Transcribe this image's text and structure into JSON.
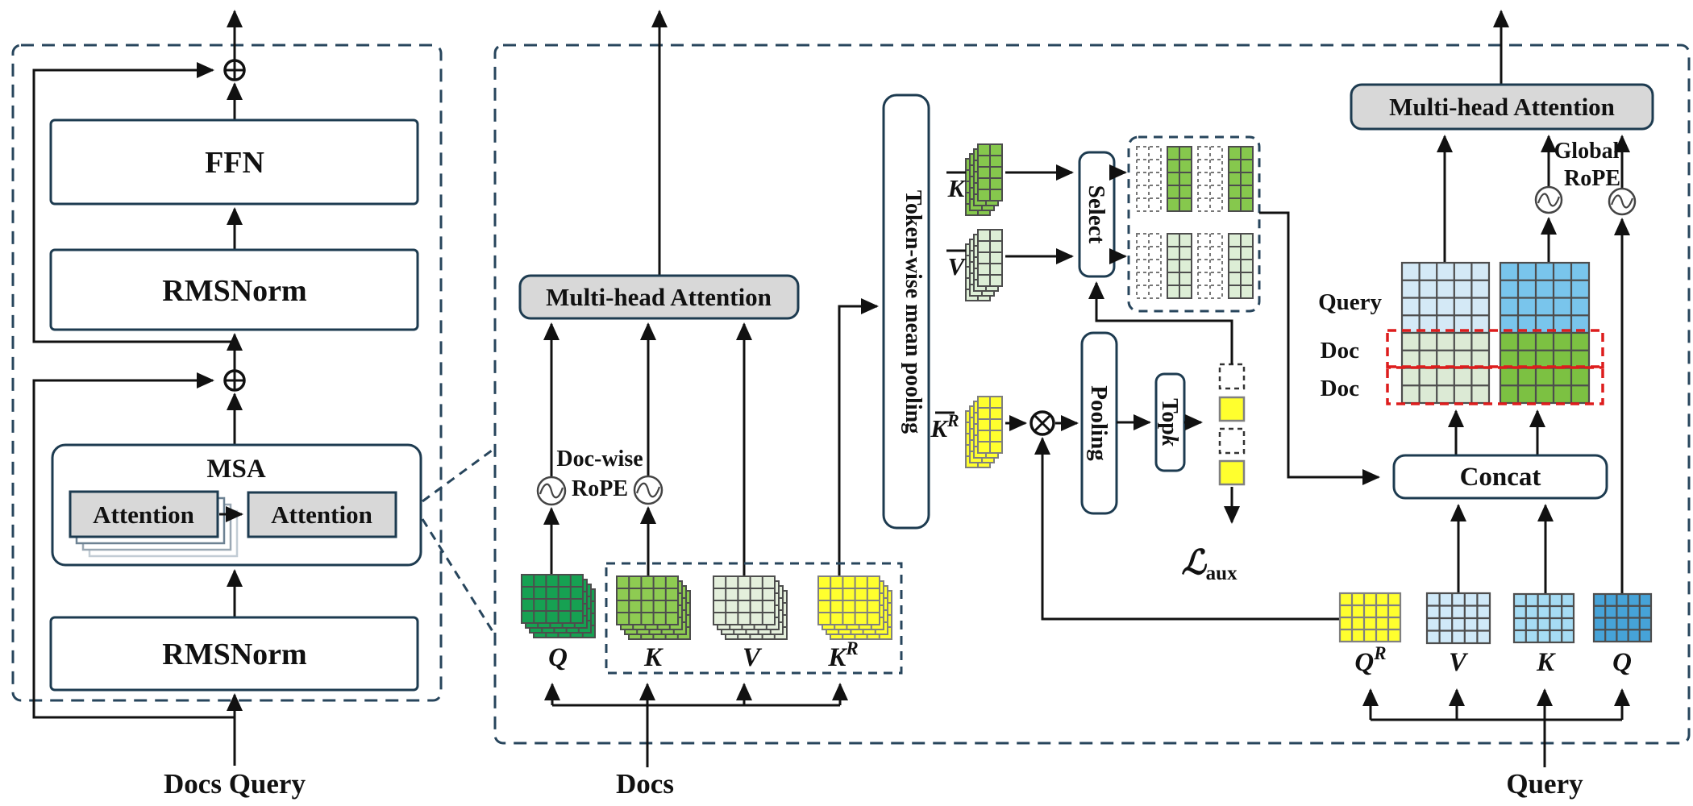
{
  "palette": {
    "border_navy": "#1d3b50",
    "dashed_navy": "#27455c",
    "line_black": "#111111",
    "box_gray": "#d8d8d8",
    "highlight_red": "#dd1d1d",
    "docs_q_green": "#16a152",
    "docs_k_green": "#8ecb52",
    "docs_v_pale_green": "#e4efdc",
    "rope_yellow": "#ffff2e",
    "selected_green": "#86c84d",
    "selected_pale_green": "#ddeed6",
    "query_v_light_blue": "#d0e9f8",
    "query_k_blue": "#a6dcf4",
    "query_q_dark_blue": "#46a3d8",
    "matrix_query_pale_blue": "#d4e9f6",
    "matrix_query_blue": "#79c5ec",
    "matrix_doc_pale_green": "#dcead5",
    "matrix_doc_green": "#7cc142",
    "cell_stroke": "#4d4d4d",
    "yellow_cell_stroke": "#808080"
  },
  "left_panel": {
    "ffn_label": "FFN",
    "rmsnorm_top_label": "RMSNorm",
    "msa_label": "MSA",
    "attention_left_label": "Attention",
    "attention_right_label": "Attention",
    "rmsnorm_bottom_label": "RMSNorm",
    "input_label": "Docs Query"
  },
  "docs_branch": {
    "mha_label": "Multi-head Attention",
    "rope_label_line1": "Doc-wise",
    "rope_label_line2": "RoPE",
    "token_pool_label": "Token-wise mean pooling",
    "q_label": "Q",
    "k_label": "K",
    "v_label": "V",
    "kr_label_base": "K",
    "kr_label_sup": "R",
    "input_label": "Docs"
  },
  "selection_branch": {
    "kbar_label": "K",
    "vbar_label": "V",
    "select_label": "Select",
    "krbar_label_base": "K",
    "krbar_label_sup": "R",
    "pooling_label": "Pooling",
    "topk_label_base": "Top",
    "topk_label_k": "k",
    "aux_loss_symbol": "ℒ",
    "aux_loss_sub": "aux"
  },
  "query_branch": {
    "mha_label": "Multi-head Attention",
    "global_rope_line1": "Global",
    "global_rope_line2": "RoPE",
    "concat_label": "Concat",
    "matrix_row_labels": [
      "Query",
      "Doc",
      "Doc"
    ],
    "qr_label_base": "Q",
    "qr_label_sup": "R",
    "v_label": "V",
    "k_label": "K",
    "q_label": "Q",
    "input_label": "Query"
  }
}
